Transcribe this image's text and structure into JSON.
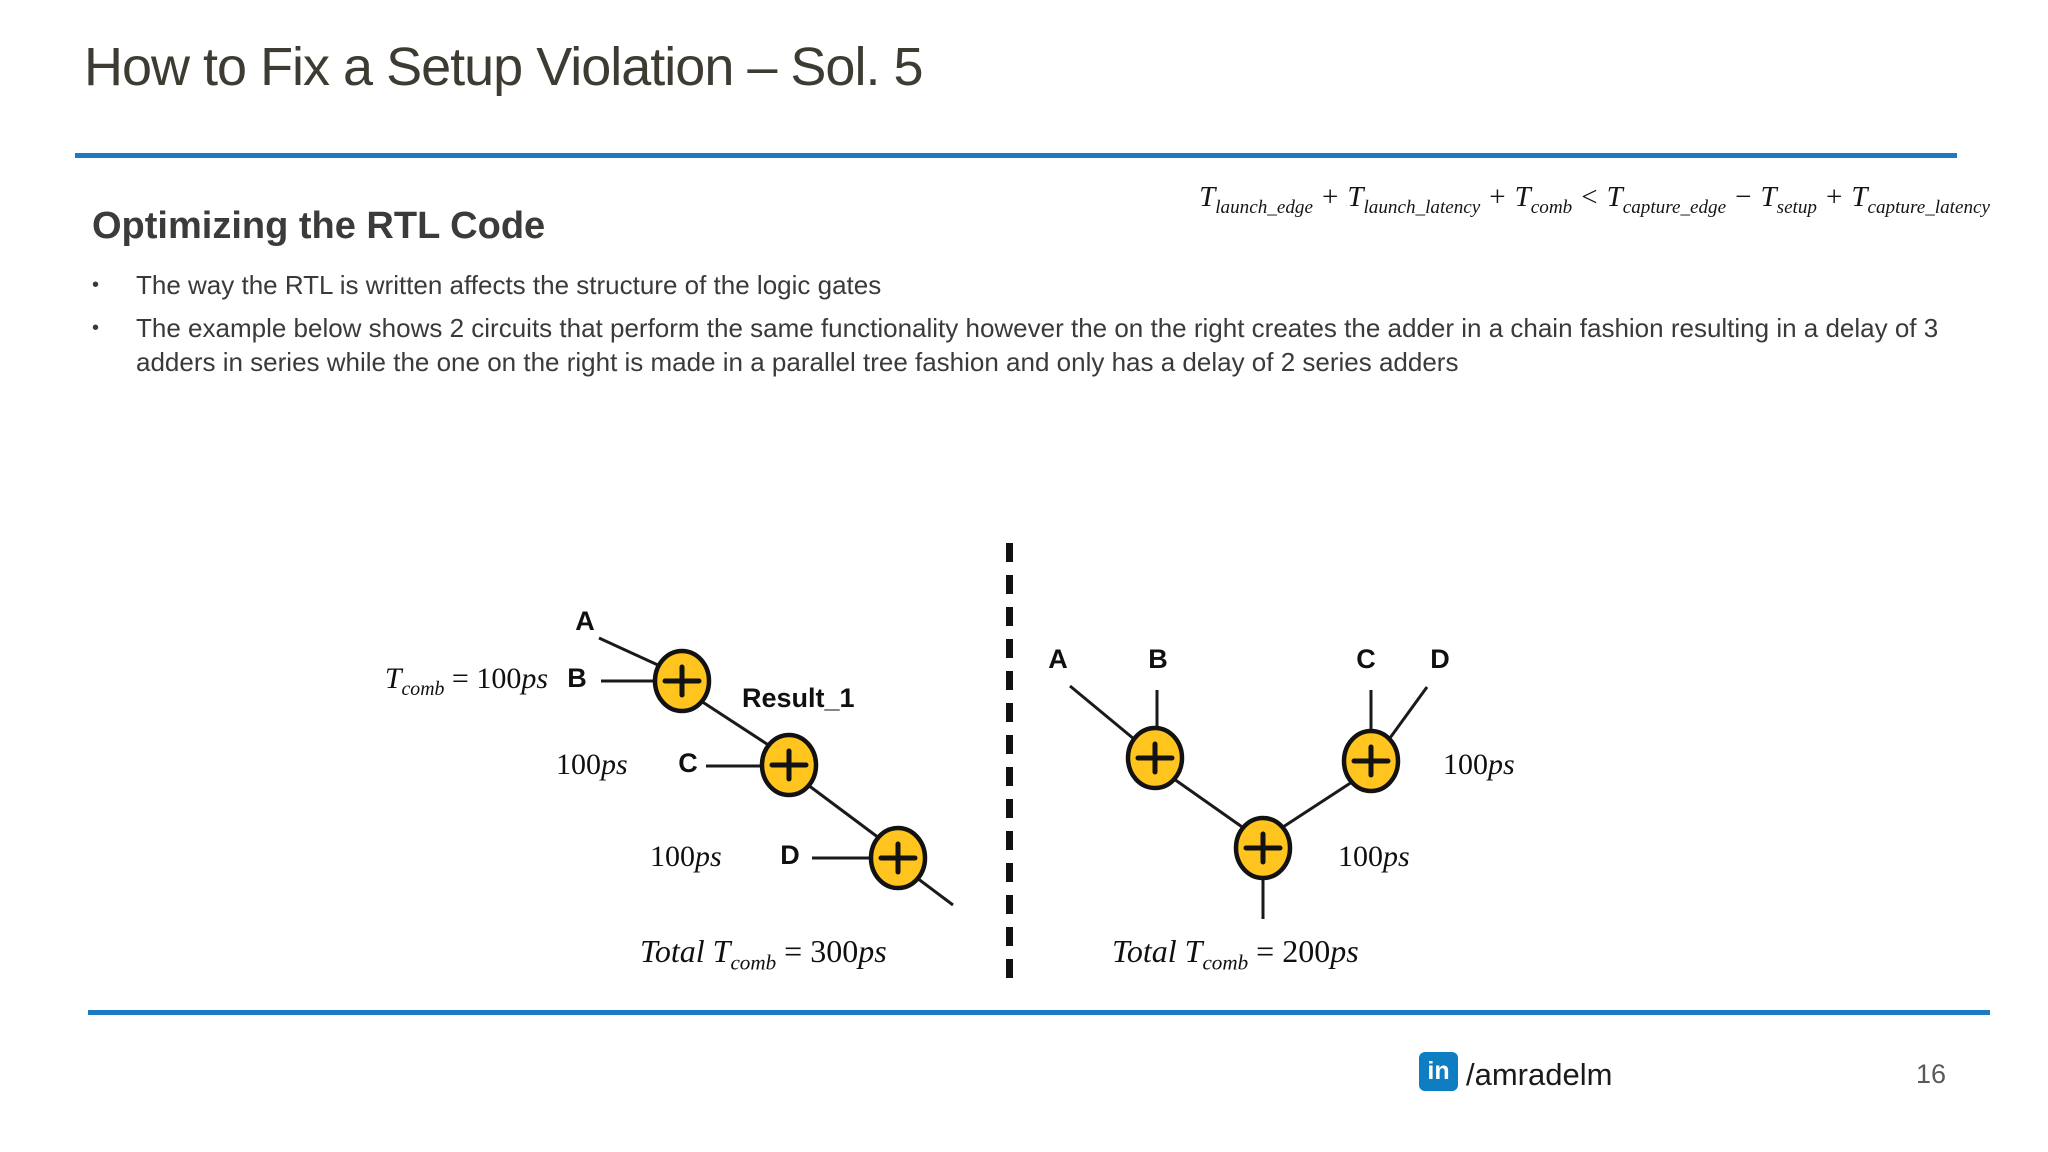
{
  "theme": {
    "accent_blue": "#1B7AC1",
    "adder_fill": "#FFC41D",
    "linkedin_blue": "#0F7DC2"
  },
  "slide": {
    "title": "How to Fix a Setup Violation – Sol. 5",
    "page_number": "16"
  },
  "header_formula": {
    "t1": {
      "base": "T",
      "sub": "launch_edge"
    },
    "op1": "+",
    "t2": {
      "base": "T",
      "sub": "launch_latency"
    },
    "op2": "+",
    "t3": {
      "base": "T",
      "sub": "comb"
    },
    "op3": "<",
    "t4": {
      "base": "T",
      "sub": "capture_edge"
    },
    "op4": "−",
    "t5": {
      "base": "T",
      "sub": "setup"
    },
    "op5": "+",
    "t6": {
      "base": "T",
      "sub": "capture_latency"
    }
  },
  "body": {
    "heading": "Optimizing the RTL Code",
    "bullet_marker": "•",
    "bullets": [
      "The way the RTL is written affects the structure of the logic gates",
      "The example below shows 2 circuits that perform the same functionality however the on the right creates the adder in a chain fashion resulting in a delay of 3 adders in series while the one on the right is made in a parallel tree fashion and only has a delay of 2 series adders"
    ]
  },
  "diagram": {
    "left_circuit": {
      "tcomb_label": {
        "base": "T",
        "sub": "comb",
        "eq": " = ",
        "value": "100",
        "unit": "ps"
      },
      "input_a": "A",
      "input_b": "B",
      "input_c": "C",
      "input_d": "D",
      "result_label": "Result_1",
      "delay_c": {
        "value": "100",
        "unit": "ps"
      },
      "delay_d": {
        "value": "100",
        "unit": "ps"
      },
      "total": {
        "prefix": "Total T",
        "sub": "comb",
        "eq": " = ",
        "value": "300",
        "unit": "ps"
      }
    },
    "right_circuit": {
      "input_a": "A",
      "input_b": "B",
      "input_c": "C",
      "input_d": "D",
      "delay_top": {
        "value": "100",
        "unit": "ps"
      },
      "delay_bottom": {
        "value": "100",
        "unit": "ps"
      },
      "total": {
        "prefix": "Total T",
        "sub": "comb",
        "eq": " = ",
        "value": "200",
        "unit": "ps"
      }
    }
  },
  "footer": {
    "linkedin_logo_text": "in",
    "handle": "/amradelm"
  }
}
